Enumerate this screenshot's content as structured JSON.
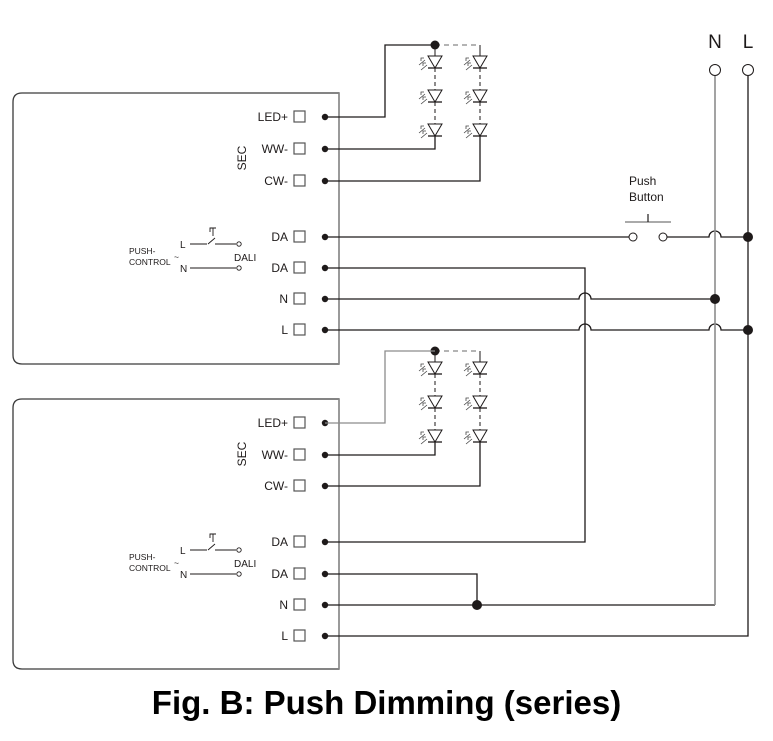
{
  "caption": "Fig. B: Push Dimming (series)",
  "mains": {
    "n_label": "N",
    "l_label": "L"
  },
  "push_button": {
    "line1": "Push",
    "line2": "Button"
  },
  "drivers": [
    {
      "sec_label": "SEC",
      "terminals": [
        "LED+",
        "WW-",
        "CW-",
        "DA",
        "DA",
        "N",
        "L"
      ],
      "inset": {
        "push": "PUSH-",
        "control": "CONTROL",
        "tilde": "~",
        "l": "L",
        "n": "N",
        "dali": "DALI"
      }
    },
    {
      "sec_label": "SEC",
      "terminals": [
        "LED+",
        "WW-",
        "CW-",
        "DA",
        "DA",
        "N",
        "L"
      ],
      "inset": {
        "push": "PUSH-",
        "control": "CONTROL",
        "tilde": "~",
        "l": "L",
        "n": "N",
        "dali": "DALI"
      }
    }
  ],
  "colors": {
    "wire_dark": "#1e1a1a",
    "wire_neutral": "#8c8c8c",
    "box_border": "#3a3a3a"
  }
}
